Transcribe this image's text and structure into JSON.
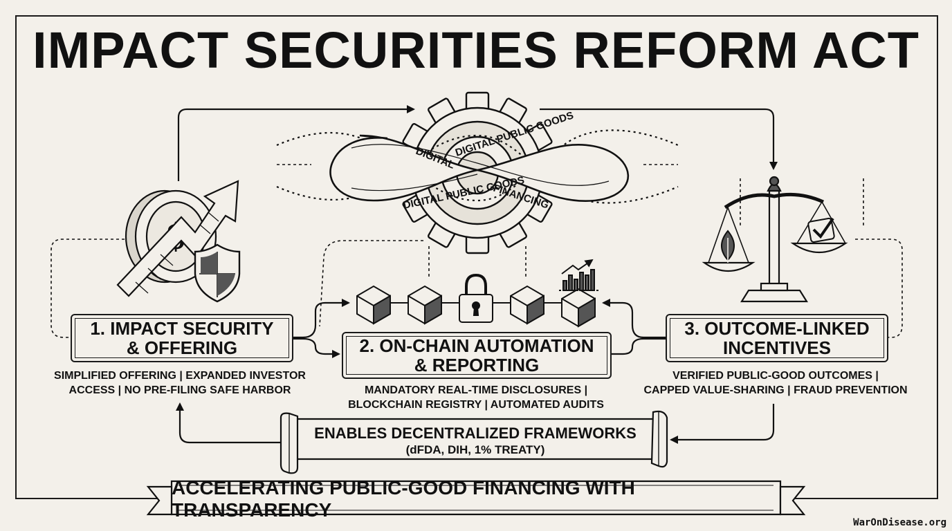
{
  "title": "IMPACT SECURITIES REFORM ACT",
  "center": {
    "band_top": "DIGITAL PUBLIC GOODS",
    "band_word_left": "DIGITAL",
    "band_bottom": "DIGITAL PUBLIC GOODS",
    "band_word_right": "FINANCING"
  },
  "steps": [
    {
      "title_line1": "1. IMPACT SECURITY",
      "title_line2": "& OFFERING",
      "desc_line1": "SIMPLIFIED OFFERING | EXPANDED INVESTOR",
      "desc_line2": "ACCESS | NO PRE-FILING SAFE HARBOR"
    },
    {
      "title_line1": "2. ON-CHAIN AUTOMATION",
      "title_line2": "& REPORTING",
      "desc_line1": "MANDATORY REAL-TIME DISCLOSURES |",
      "desc_line2": "BLOCKCHAIN REGISTRY | AUTOMATED AUDITS"
    },
    {
      "title_line1": "3. OUTCOME-LINKED",
      "title_line2": "INCENTIVES",
      "desc_line1": "VERIFIED PUBLIC-GOOD OUTCOMES |",
      "desc_line2": "CAPPED VALUE-SHARING | FRAUD PREVENTION"
    }
  ],
  "scroll": {
    "line1": "ENABLES DECENTRALIZED FRAMEWORKS",
    "line2": "(dFDA, DIH, 1% TREATY)"
  },
  "banner": "ACCELERATING PUBLIC-GOOD FINANCING WITH TRANSPARENCY",
  "credit": "WarOnDisease.org",
  "icons": [
    "coin-dollar-icon",
    "growth-arrow-icon",
    "shield-icon",
    "gear-icon",
    "infinity-band-icon",
    "blockchain-cube-icon",
    "padlock-icon",
    "bar-chart-icon",
    "balance-scale-icon",
    "leaf-icon",
    "checkmark-icon",
    "scroll-icon",
    "ribbon-banner-icon"
  ]
}
